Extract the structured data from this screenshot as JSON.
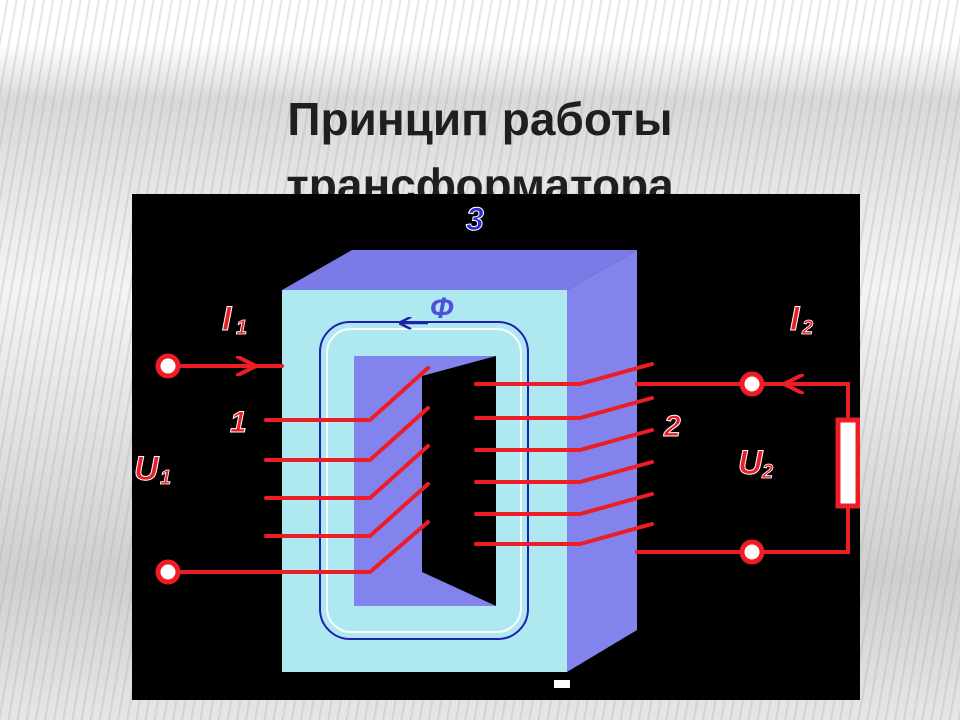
{
  "title": {
    "line1": "Принцип работы",
    "line2": "трансформатора"
  },
  "diagram": {
    "core_label": "3",
    "flux_label": "Ф",
    "primary": {
      "winding_label": "1",
      "current": "I",
      "current_sub": "1",
      "voltage": "U",
      "voltage_sub": "1"
    },
    "secondary": {
      "winding_label": "2",
      "current": "I",
      "current_sub": "2",
      "voltage": "U",
      "voltage_sub": "2"
    },
    "colors": {
      "background": "#000000",
      "core_face": "#aee9f2",
      "core_side": "#8383ee",
      "core_top": "#7b7be8",
      "wire": "#ee1c25",
      "label_blue": "#5050dd"
    }
  }
}
